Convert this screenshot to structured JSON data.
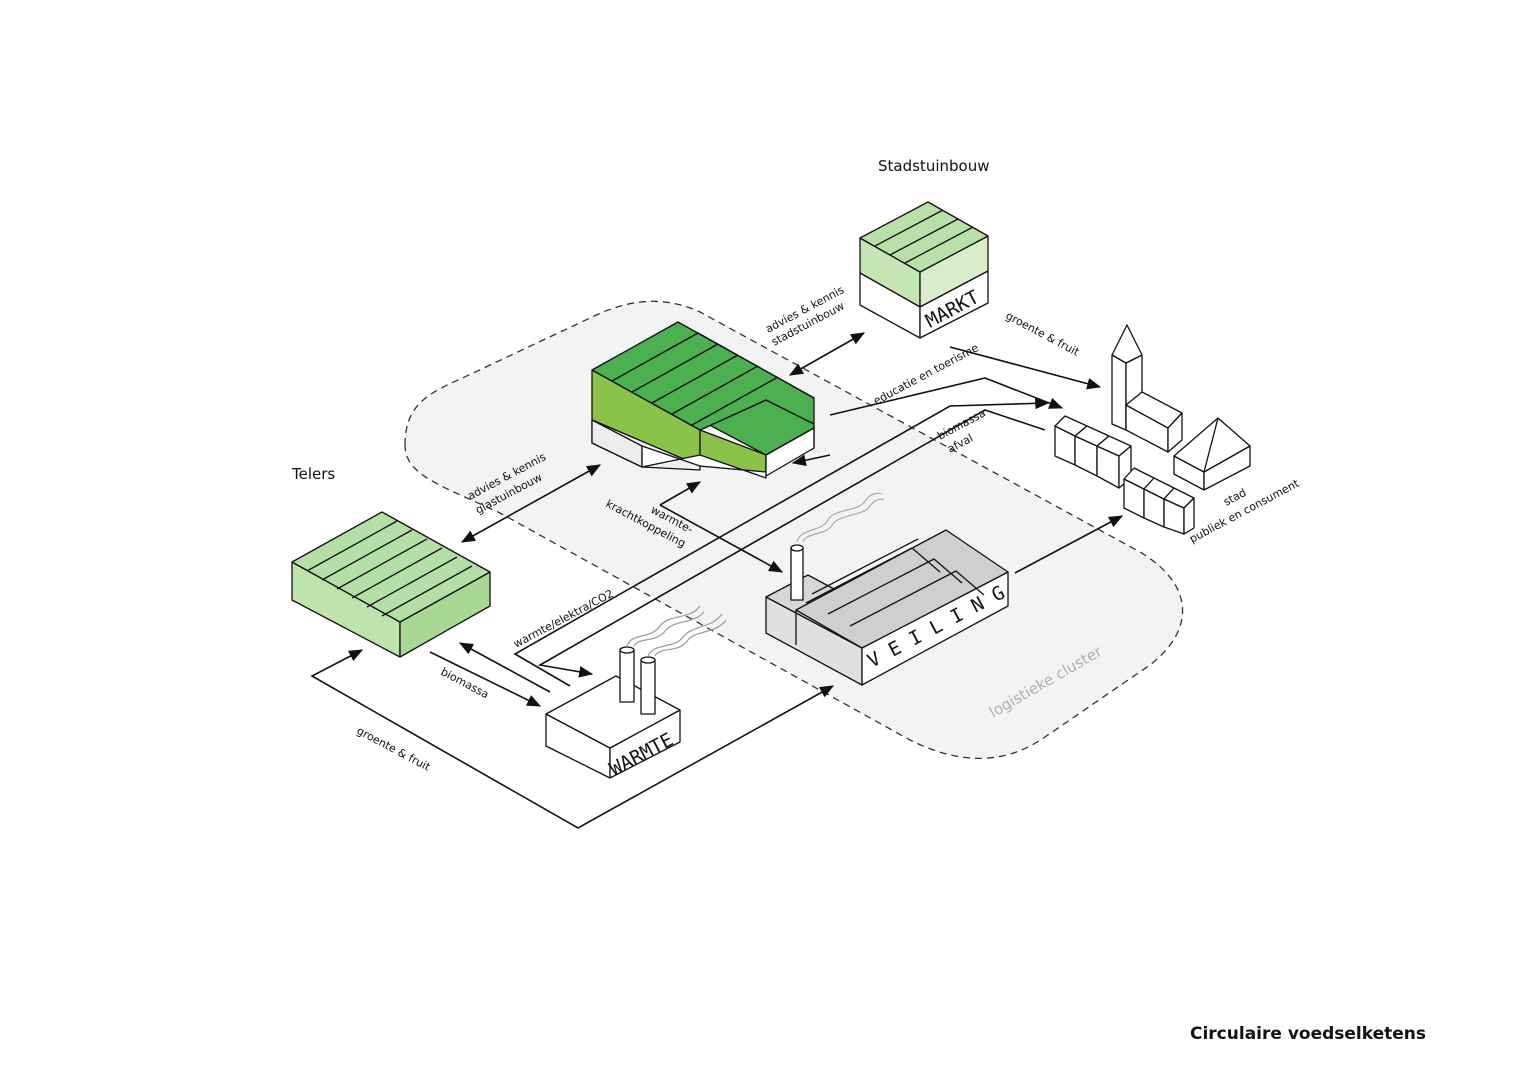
{
  "title": "Circulaire voedselketens",
  "nodes": {
    "stadstuinbouw": "Stadstuinbouw",
    "telers": "Telers",
    "markt": "MARKT",
    "warmte": "WARMTE",
    "veiling": "VEILING",
    "stad": {
      "line1": "stad",
      "line2": "publiek en consument"
    }
  },
  "cluster_label": "logistieke cluster",
  "flows": {
    "advies_stad": {
      "line1": "advies & kennis",
      "line2": "stadstuinbouw"
    },
    "advies_glas": {
      "line1": "advies & kennis",
      "line2": "glastuinbouw"
    },
    "groente_fruit_markt": "groente & fruit",
    "educatie": "educatie en toerisme",
    "biomassa_afval": {
      "line1": "biomassa",
      "line2": "afval"
    },
    "wkk": {
      "line1": "warmte-",
      "line2": "krachtkoppeling"
    },
    "warmte_elektra": "warmte/elektra/CO2",
    "biomassa": "biomassa",
    "groente_fruit_telers": "groente & fruit"
  },
  "colors": {
    "green_dark": "#4caf50",
    "green_mid": "#8bc34a",
    "green_light": "#b5dfa6",
    "green_pale": "#d4ecc8",
    "cluster_fill": "#f3f3f3",
    "line": "#111111"
  }
}
